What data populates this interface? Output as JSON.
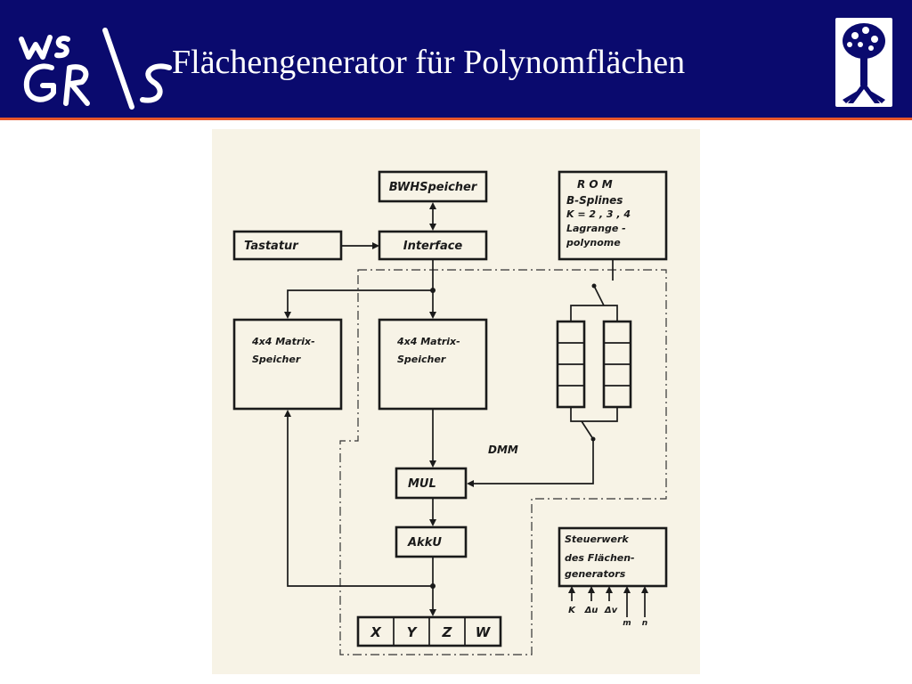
{
  "header": {
    "title": "Flächengenerator für Polynomflächen",
    "logo_text_top": "WS",
    "logo_text_bottom": "GR\\S",
    "bg_color": "#0a0a6e",
    "rule_color": "#e8572a"
  },
  "diagram": {
    "bwh": "BWHSpeicher",
    "rom_lines": [
      "R O M",
      "B-Splines",
      "K = 2 , 3 , 4",
      "Lagrange -",
      "polynome"
    ],
    "tastatur": "Tastatur",
    "interface": "Interface",
    "matrix_left": [
      "4x4 Matrix-",
      "Speicher"
    ],
    "matrix_center": [
      "4x4 Matrix-",
      "Speicher"
    ],
    "dmm": "DMM",
    "mul": "MUL",
    "akku": "AkkU",
    "outputs": [
      "X",
      "Y",
      "Z",
      "W"
    ],
    "steuerwerk": [
      "Steuerwerk",
      "des Flächen-",
      "generators"
    ],
    "steuer_inputs": [
      "K",
      "Δu",
      "Δv",
      "m",
      "n"
    ]
  }
}
